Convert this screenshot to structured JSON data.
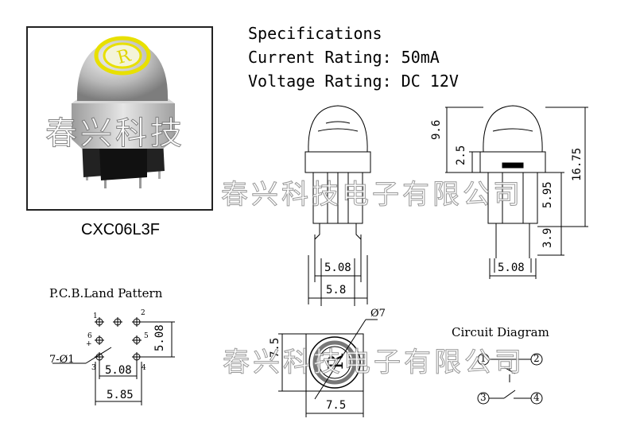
{
  "product": {
    "model": "CXC06L3F",
    "photo_watermark": "春兴科技"
  },
  "specifications": {
    "title": "Specifications",
    "current_rating": "Current Rating: 50mA",
    "voltage_rating": "Voltage Rating: DC 12V"
  },
  "watermark": "春兴科技电子有限公司",
  "front_view": {
    "dim_inner_width": "5.08",
    "dim_outer_width": "5.8"
  },
  "side_view": {
    "dim_cap_height": "9.6",
    "dim_collar": "2.5",
    "dim_body": "5.95",
    "dim_total": "16.75",
    "dim_pin": "3.9",
    "dim_pin_spacing": "5.08"
  },
  "pcb": {
    "title": "P.C.B.Land Pattern",
    "hole_label": "7-Ø1",
    "dim_pitch_x": "5.08",
    "dim_pitch_y": "5.08",
    "dim_width": "5.85",
    "pin_numbers": [
      "1",
      "2",
      "3",
      "4",
      "5",
      "6"
    ],
    "plus_sign": "+"
  },
  "top_view": {
    "dim_diameter": "Ø7",
    "dim_height": "7.5",
    "dim_width": "7.5",
    "letter": "R"
  },
  "circuit": {
    "title": "Circuit Diagram",
    "nodes": [
      "1",
      "2",
      "3",
      "4"
    ]
  }
}
